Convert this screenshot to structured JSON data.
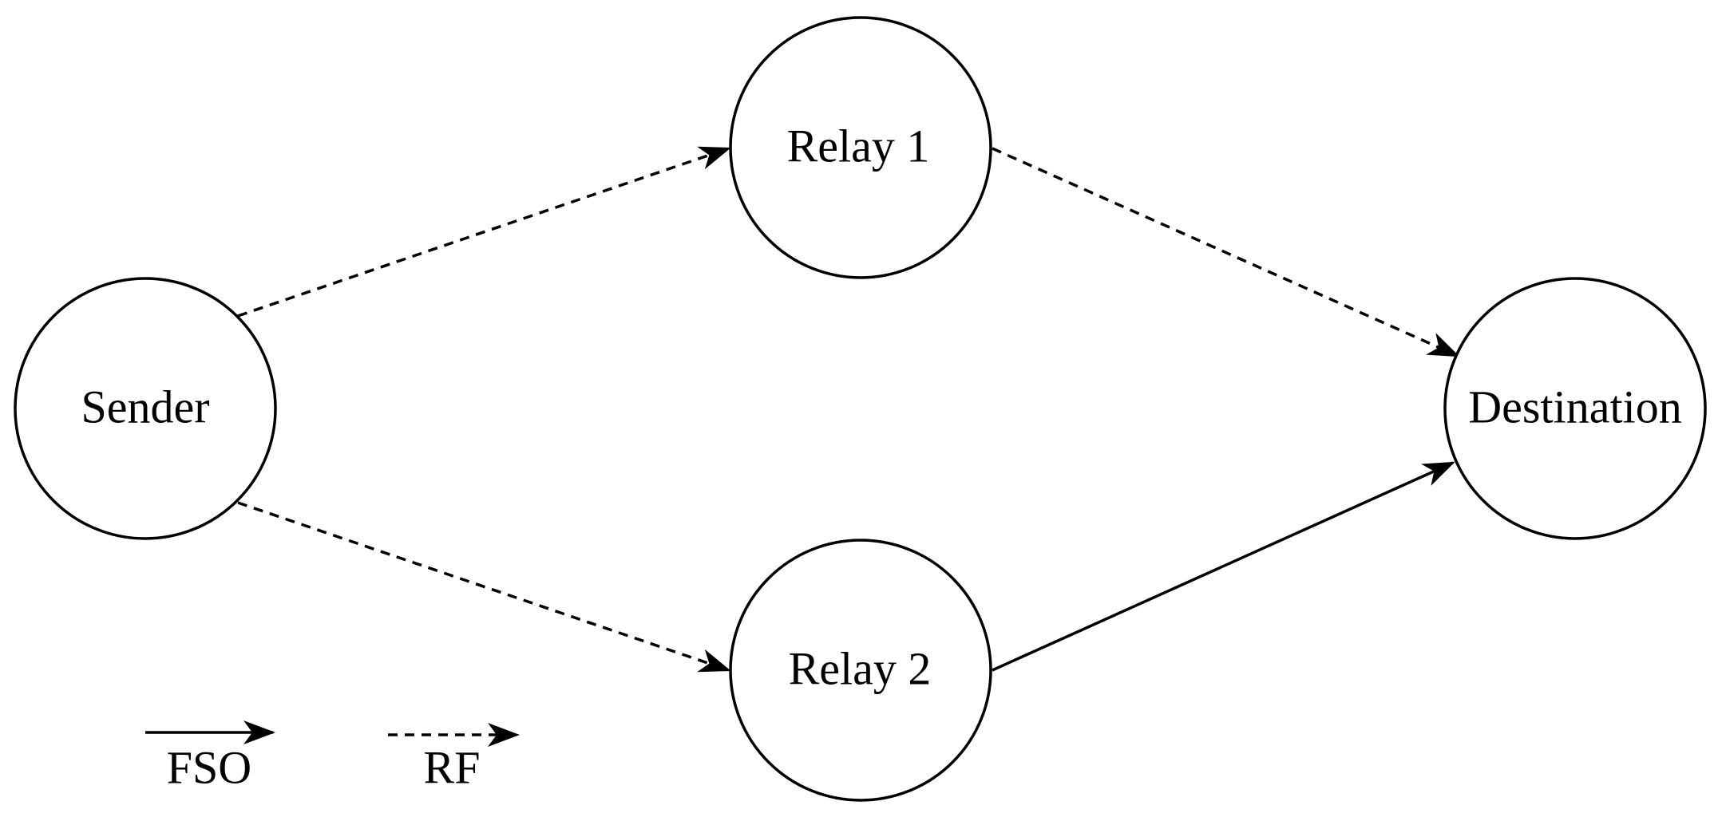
{
  "diagram": {
    "nodes": {
      "sender": "Sender",
      "relay1": "Relay 1",
      "relay2": "Relay 2",
      "destination": "Destination"
    },
    "edges": [
      {
        "from": "sender",
        "to": "relay1",
        "link": "RF"
      },
      {
        "from": "sender",
        "to": "relay2",
        "link": "RF"
      },
      {
        "from": "relay1",
        "to": "destination",
        "link": "RF"
      },
      {
        "from": "relay2",
        "to": "destination",
        "link": "FSO"
      }
    ],
    "legend": {
      "fso": "FSO",
      "rf": "RF"
    },
    "colors": {
      "stroke": "#000000",
      "background": "#ffffff"
    }
  }
}
